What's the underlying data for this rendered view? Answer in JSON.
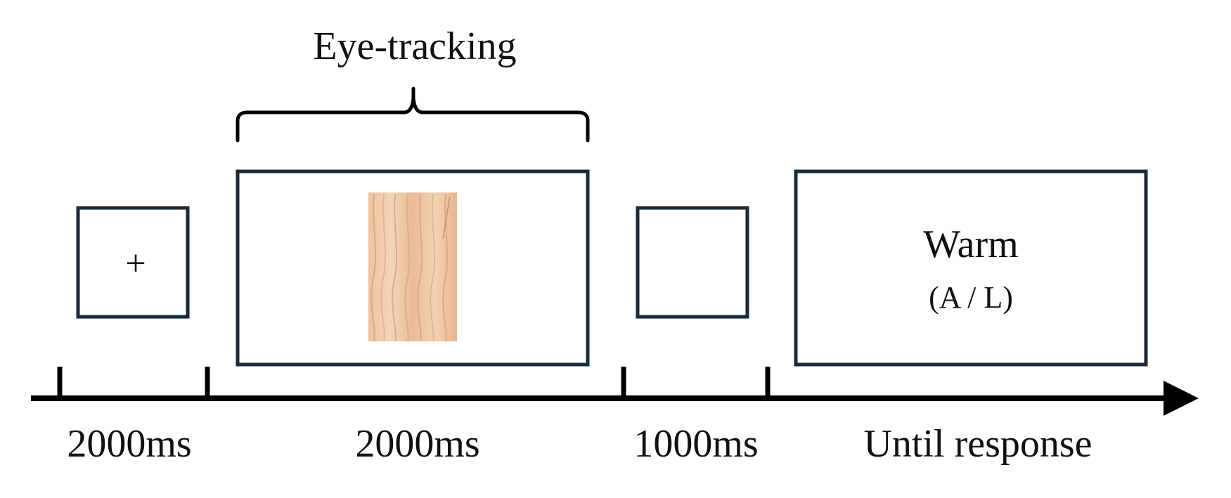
{
  "header": {
    "bracket_label": "Eye-tracking"
  },
  "screens": {
    "fixation": {
      "symbol": "+"
    },
    "stimulus": {
      "image": "wood-texture"
    },
    "blank": {},
    "response": {
      "word": "Warm",
      "keys": "(A / L)"
    }
  },
  "timeline": {
    "durations": [
      "2000ms",
      "2000ms",
      "1000ms",
      "Until response"
    ]
  },
  "colors": {
    "frame": "#1b2a38",
    "axis": "#000000",
    "wood_light": "#f2cfae",
    "wood_dark": "#d9a47f"
  }
}
